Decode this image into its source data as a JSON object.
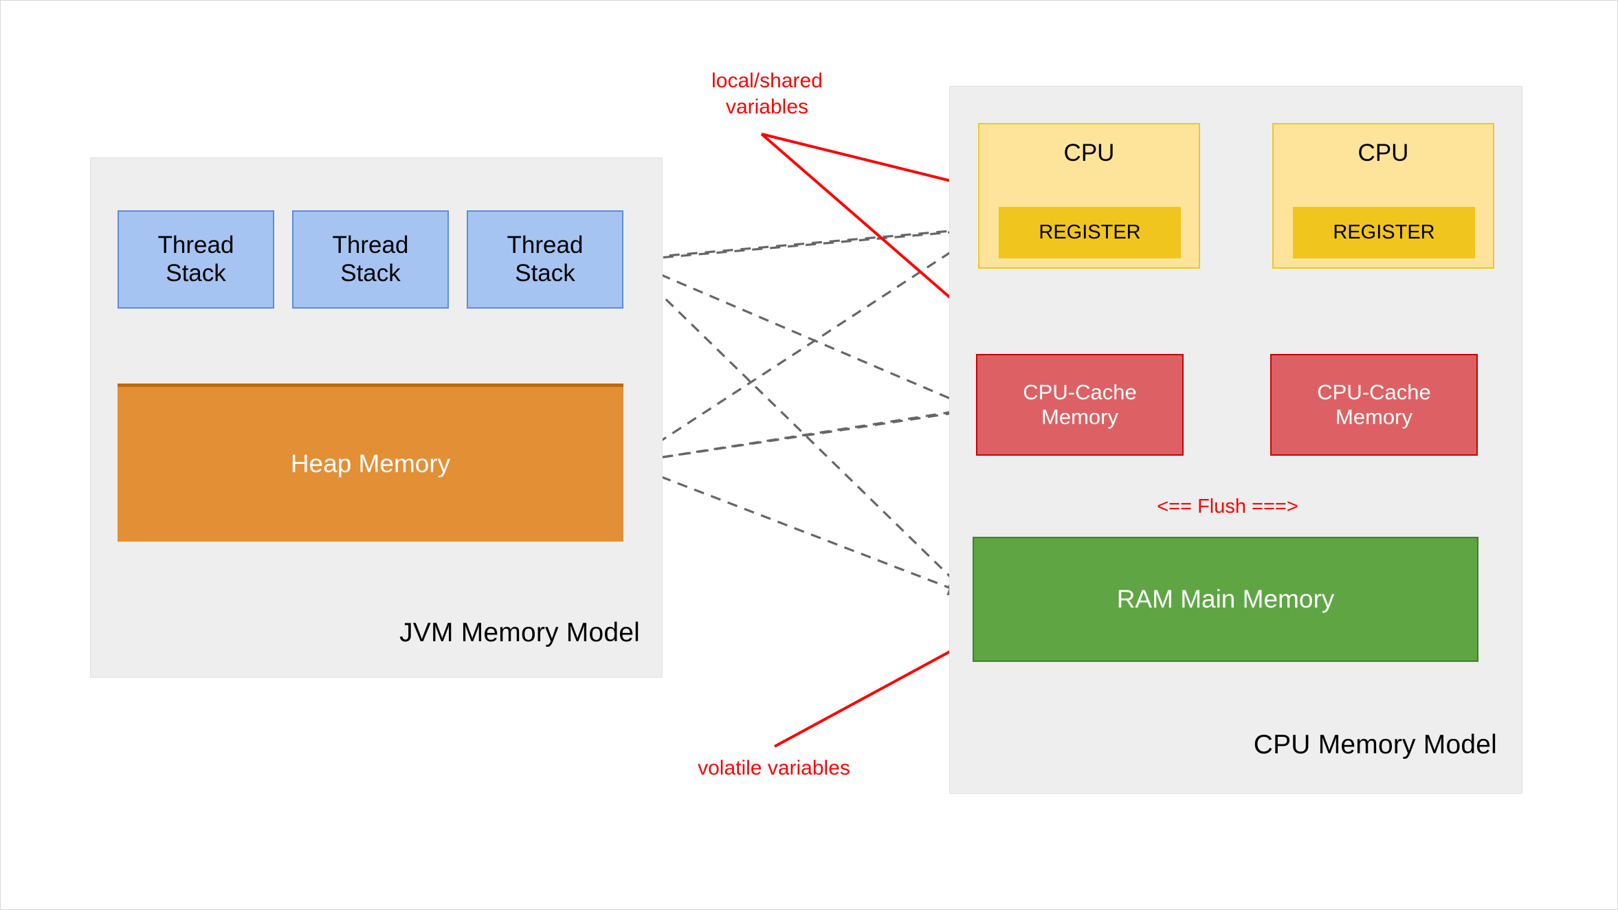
{
  "diagram": {
    "title": "JVM Memory Model and CPU Memory Model",
    "colors": {
      "panel_bg": "#eeeeee",
      "thread_stack_fill": "#a6c4f2",
      "thread_stack_border": "#5b8ddb",
      "heap_fill": "#e38f36",
      "heap_border": "#bb6a08",
      "cpu_fill": "#fde49a",
      "cpu_border": "#eec62f",
      "register_fill": "#f0c51e",
      "cache_fill": "#dd6164",
      "cache_border": "#cc0000",
      "ram_fill": "#5fa544",
      "ram_border": "#3d8228",
      "annotation_red": "#ff0000",
      "arrow_gray": "#666666"
    }
  },
  "jvm_panel": {
    "title": "JVM Memory Model",
    "thread_stacks": [
      {
        "label": "Thread\nStack"
      },
      {
        "label": "Thread\nStack"
      },
      {
        "label": "Thread\nStack"
      }
    ],
    "heap": {
      "label": "Heap Memory"
    }
  },
  "cpu_panel": {
    "title": "CPU Memory Model",
    "cpus": [
      {
        "label": "CPU",
        "register": {
          "label": "REGISTER"
        },
        "cache": {
          "label": "CPU-Cache\nMemory"
        }
      },
      {
        "label": "CPU",
        "register": {
          "label": "REGISTER"
        },
        "cache": {
          "label": "CPU-Cache\nMemory"
        }
      }
    ],
    "ram": {
      "label": "RAM Main Memory"
    },
    "flush_label": "<== Flush ===>"
  },
  "annotations": [
    {
      "id": "local-shared",
      "text": "local/shared\nvariables"
    },
    {
      "id": "volatile",
      "text": "volatile variables"
    }
  ]
}
